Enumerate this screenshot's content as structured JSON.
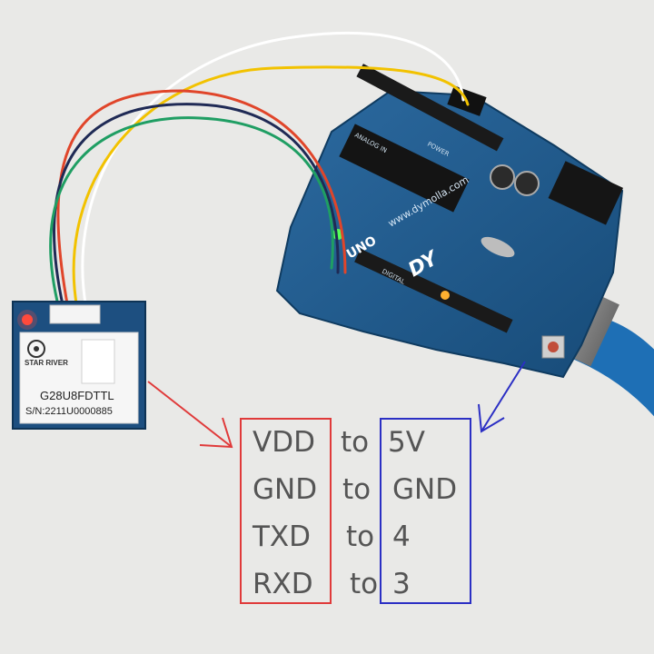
{
  "gps_module": {
    "brand": "STAR RIVER",
    "model": "G28U8FDTTL",
    "serial": "S/N:2211U0000885"
  },
  "arduino_board": {
    "site_text": "www.dymolla.com",
    "board_name": "UNO",
    "brand_logo": "DY",
    "header_labels": [
      "ANALOG IN",
      "POWER",
      "DIGITAL"
    ]
  },
  "wiring": {
    "rows": [
      {
        "module_pin": "VDD",
        "word": "to",
        "board_pin": "5V"
      },
      {
        "module_pin": "GND",
        "word": "to",
        "board_pin": "GND"
      },
      {
        "module_pin": "TXD",
        "word": "to",
        "board_pin": "4"
      },
      {
        "module_pin": "RXD",
        "word": "to",
        "board_pin": "3"
      }
    ]
  },
  "colors": {
    "background": "#e9e9e7",
    "module_box": "#e03a3a",
    "board_box": "#2b2fc4",
    "pcb_blue": "#1d5a8c",
    "wire_white": "#ffffff",
    "wire_yellow": "#f2c200",
    "wire_red": "#e0452a",
    "wire_green": "#1f9e63",
    "wire_black": "#1f2a55"
  }
}
